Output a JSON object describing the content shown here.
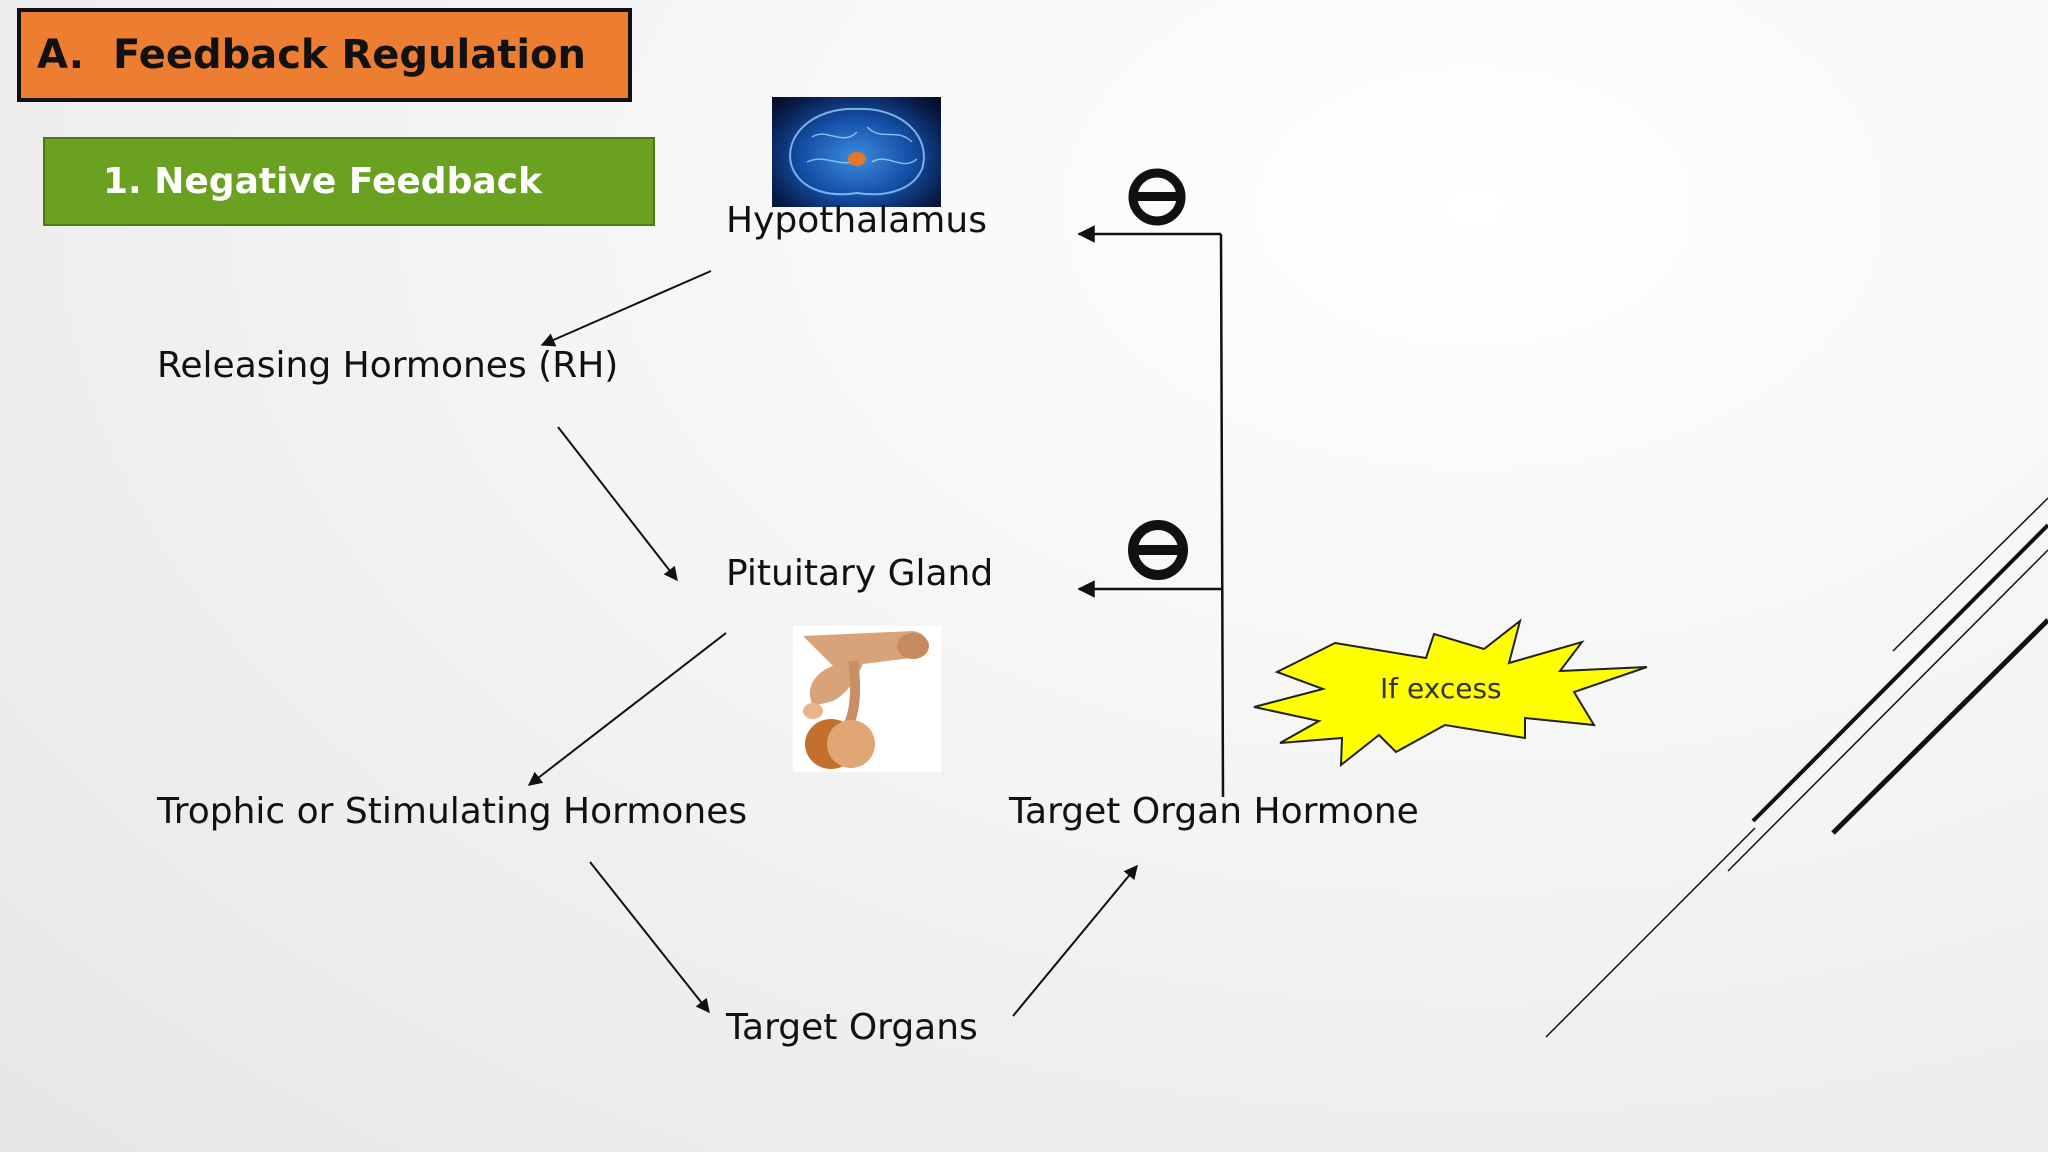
{
  "header": {
    "letter": "A.",
    "title": "Feedback Regulation"
  },
  "subheader": {
    "label": "1. Negative Feedback"
  },
  "nodes": {
    "hypothalamus": "Hypothalamus",
    "releasing_hormones": "Releasing Hormones (RH)",
    "pituitary": "Pituitary Gland",
    "trophic": "Trophic or Stimulating Hormones",
    "target_organs": "Target Organs",
    "target_organ_hormone": "Target Organ Hormone"
  },
  "annotations": {
    "excess": "If excess"
  },
  "colors": {
    "title_box": "#ED7D31",
    "subtitle_box": "#6AA121",
    "burst": "#FFFF00",
    "text": "#111111"
  },
  "icons": [
    "brain-image",
    "pituitary-image",
    "inhibition-symbol",
    "excess-burst"
  ]
}
